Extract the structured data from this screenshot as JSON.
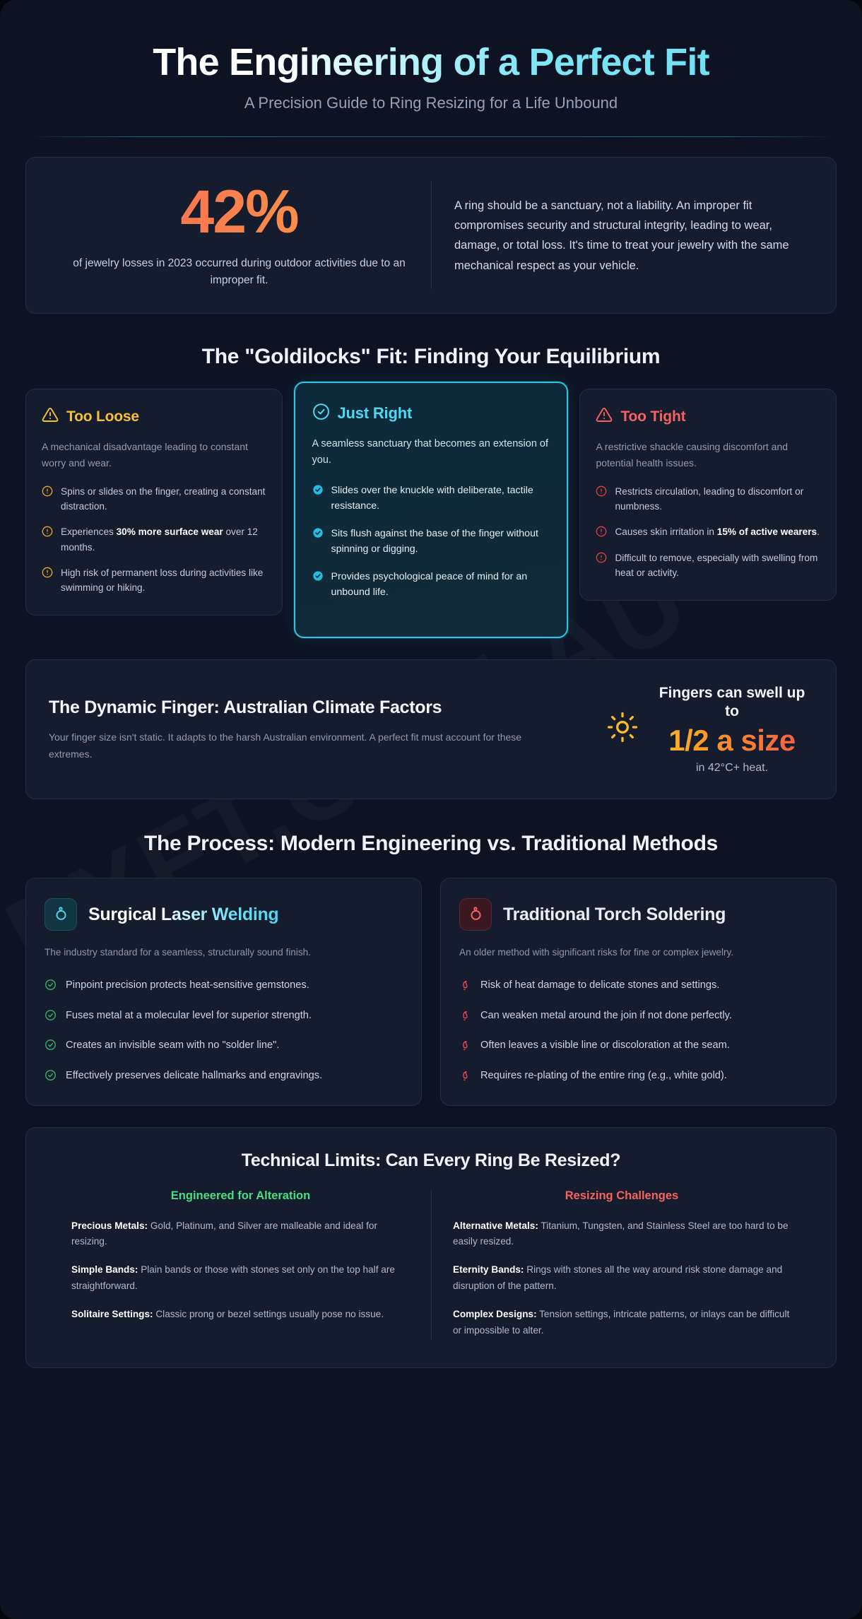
{
  "hero": {
    "title": "The Engineering of a Perfect Fit",
    "subtitle": "A Precision Guide to Ring Resizing for a Life Unbound"
  },
  "stat_banner": {
    "number": "42%",
    "caption": "of jewelry losses in 2023 occurred during outdoor activities due to an improper fit.",
    "paragraph": "A ring should be a sanctuary, not a liability. An improper fit compromises security and structural integrity, leading to wear, damage, or total loss. It's time to treat your jewelry with the same mechanical respect as your vehicle."
  },
  "fit_section": {
    "title": "The \"Goldilocks\" Fit: Finding Your Equilibrium",
    "cards": [
      {
        "title": "Too Loose",
        "icon": "triangle-alert-icon",
        "accent": "#f5c034",
        "lead": "A mechanical disadvantage leading to constant worry and wear.",
        "items": [
          {
            "text": "Spins or slides on the finger, creating a constant distraction."
          },
          {
            "text": "Experiences ",
            "bold": "30% more surface wear",
            "tail": " over 12 months."
          },
          {
            "text": "High risk of permanent loss during activities like swimming or hiking."
          }
        ]
      },
      {
        "title": "Just Right",
        "icon": "check-circle-icon",
        "accent": "#4fd8ef",
        "lead": "A seamless sanctuary that becomes an extension of you.",
        "items": [
          {
            "text": "Slides over the knuckle with deliberate, tactile resistance."
          },
          {
            "text": "Sits flush against the base of the finger without spinning or digging."
          },
          {
            "text": "Provides psychological peace of mind for an unbound life."
          }
        ]
      },
      {
        "title": "Too Tight",
        "icon": "triangle-alert-icon",
        "accent": "#f6625f",
        "lead": "A restrictive shackle causing discomfort and potential health issues.",
        "items": [
          {
            "text": "Restricts circulation, leading to discomfort or numbness."
          },
          {
            "text": "Causes skin irritation in ",
            "bold": "15% of active wearers",
            "tail": "."
          },
          {
            "text": "Difficult to remove, especially with swelling from heat or activity."
          }
        ]
      }
    ]
  },
  "climate": {
    "heading": "The Dynamic Finger: Australian Climate Factors",
    "body": "Your finger size isn't static. It adapts to the harsh Australian environment. A perfect fit must account for these extremes.",
    "icon": "sun-icon",
    "swell_lead": "Fingers can swell up to",
    "swell_value": "1/2 a size",
    "swell_foot": "in 42°C+ heat."
  },
  "process_section": {
    "title": "The Process: Modern Engineering vs. Traditional Methods",
    "cards": [
      {
        "title": "Surgical Laser Welding",
        "badge_icon": "laser-ring-icon",
        "badge_accent": "#4fd4ee",
        "lead": "The industry standard for a seamless, structurally sound finish.",
        "bullet_icon": "check-circle-outline-icon",
        "items": [
          "Pinpoint precision protects heat-sensitive gemstones.",
          "Fuses metal at a molecular level for superior strength.",
          "Creates an invisible seam with no \"solder line\".",
          "Effectively preserves delicate hallmarks and engravings."
        ]
      },
      {
        "title": "Traditional Torch Soldering",
        "badge_icon": "torch-ring-icon",
        "badge_accent": "#f4646a",
        "lead": "An older method with significant risks for fine or complex jewelry.",
        "bullet_icon": "flame-icon",
        "items": [
          "Risk of heat damage to delicate stones and settings.",
          "Can weaken metal around the join if not done perfectly.",
          "Often leaves a visible line or discoloration at the seam.",
          "Requires re-plating of the entire ring (e.g., white gold)."
        ]
      }
    ]
  },
  "limits": {
    "heading": "Technical Limits: Can Every Ring Be Resized?",
    "columns": [
      {
        "title": "Engineered for Alteration",
        "accent": "#4ade80",
        "rows": [
          {
            "label": "Precious Metals:",
            "text": " Gold, Platinum, and Silver are malleable and ideal for resizing."
          },
          {
            "label": "Simple Bands:",
            "text": " Plain bands or those with stones set only on the top half are straightforward."
          },
          {
            "label": "Solitaire Settings:",
            "text": " Classic prong or bezel settings usually pose no issue."
          }
        ]
      },
      {
        "title": "Resizing Challenges",
        "accent": "#f6635f",
        "rows": [
          {
            "label": "Alternative Metals:",
            "text": " Titanium, Tungsten, and Stainless Steel are too hard to be easily resized."
          },
          {
            "label": "Eternity Bands:",
            "text": " Rings with stones all the way around risk stone damage and disruption of the pattern."
          },
          {
            "label": "Complex Designs:",
            "text": " Tension settings, intricate patterns, or inlays can be difficult or impossible to alter."
          }
        ]
      }
    ]
  },
  "watermark": {
    "text": "RYFT.COM.AU"
  }
}
